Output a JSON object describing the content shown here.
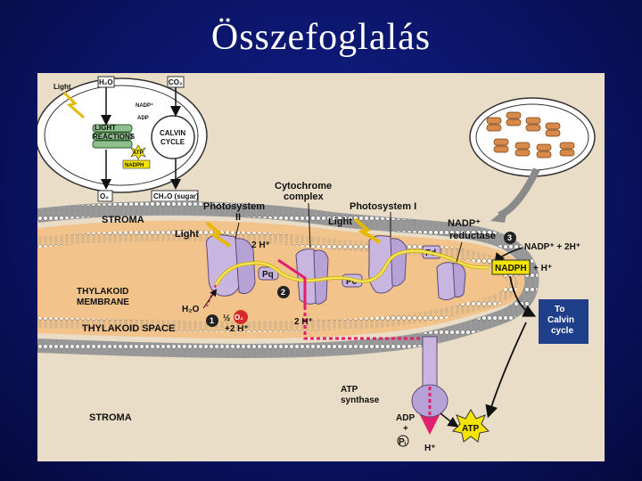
{
  "slide": {
    "title": "Összefoglalás"
  },
  "inset_chloroplast": {
    "light": "Light",
    "h2o": "H₂O",
    "co2": "CO₂",
    "nadp": "NADP⁺",
    "adp": "ADP",
    "light_reactions": [
      "LIGHT",
      "REACTIONS"
    ],
    "calvin_cycle": [
      "CALVIN",
      "CYCLE"
    ],
    "atp": "ATP",
    "nadph": "NADPH",
    "o2": "O₂",
    "sugar": "CH₂O (sugar)"
  },
  "diagram": {
    "stroma_top": "STROMA",
    "stroma_bottom": "STROMA",
    "thylakoid_membrane": [
      "THYLAKOID",
      "MEMBRANE"
    ],
    "thylakoid_space": "THYLAKOID SPACE",
    "light_left": "Light",
    "light_right": "Light",
    "photosystem_ii": [
      "Photosystem",
      "II"
    ],
    "cytochrome_complex": [
      "Cytochrome",
      "complex"
    ],
    "photosystem_i": "Photosystem I",
    "nadp_reductase": [
      "NADP⁺",
      "reductase"
    ],
    "pq": "Pq",
    "pc": "Pc",
    "fd": "Fd",
    "two_h_top": "2 H⁺",
    "two_h_space": "2 H⁺",
    "h2o": "H₂O",
    "half_o2_prefix": "½",
    "o2": "O₂",
    "plus_2h": "+2 H⁺",
    "nadp_plus_2h": "NADP⁺ + 2H⁺",
    "nadph": "NADPH",
    "plus_h": "+ H⁺",
    "to_calvin": [
      "To",
      "Calvin",
      "cycle"
    ],
    "atp_synthase": [
      "ATP",
      "synthase"
    ],
    "adp": "ADP",
    "plus": "+",
    "pi": "Pᵢ",
    "h_bottom": "H⁺",
    "atp": "ATP",
    "steps": [
      "1",
      "2",
      "3"
    ]
  }
}
